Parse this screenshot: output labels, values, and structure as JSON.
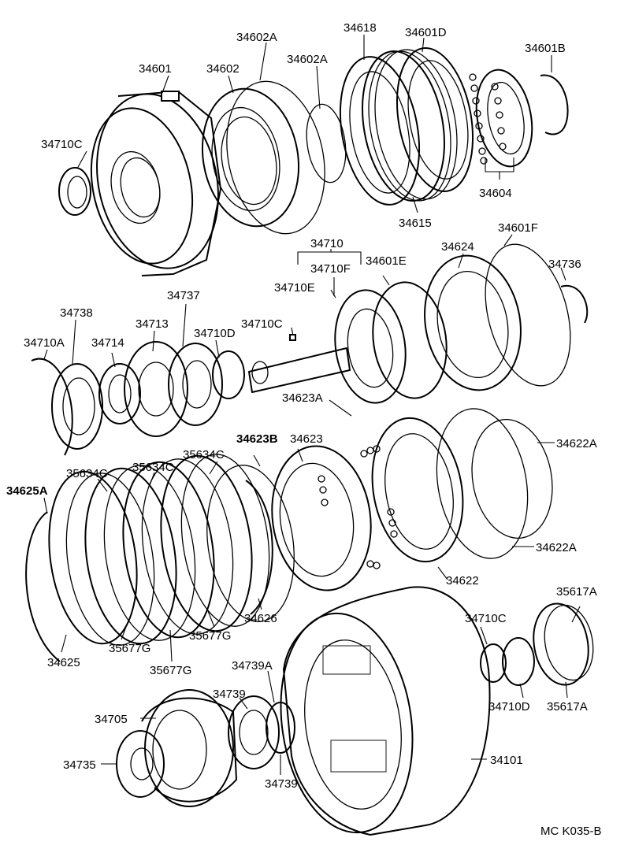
{
  "diagram_code": "MC K035-B",
  "labels": {
    "l1": "34710C",
    "l2": "34601",
    "l3": "34602",
    "l4": "34602A",
    "l5": "34602A",
    "l6": "34618",
    "l7": "34601D",
    "l8": "34601B",
    "l9": "34604",
    "l10": "34615",
    "l11": "34601F",
    "l12": "34710",
    "l13": "34624",
    "l14": "34710F",
    "l15": "34601E",
    "l16": "34736",
    "l17": "34710E",
    "l18": "34737",
    "l19": "34738",
    "l20": "34713",
    "l21": "34710C",
    "l22": "34710D",
    "l23": "34710A",
    "l24": "34714",
    "l25": "34623A",
    "l26": "34623B",
    "l27": "34623",
    "l28": "34622A",
    "l29": "35634C",
    "l30": "35634C",
    "l31": "35634C",
    "l32": "34625A",
    "l33": "34622A",
    "l34": "34622",
    "l35": "35617A",
    "l36": "34626",
    "l37": "34710C",
    "l38": "35677G",
    "l39": "35677G",
    "l40": "34625",
    "l41": "34739A",
    "l42": "35677G",
    "l43": "34739",
    "l44": "34710D",
    "l45": "35617A",
    "l46": "34705",
    "l47": "34101",
    "l48": "34735",
    "l49": "34739"
  }
}
